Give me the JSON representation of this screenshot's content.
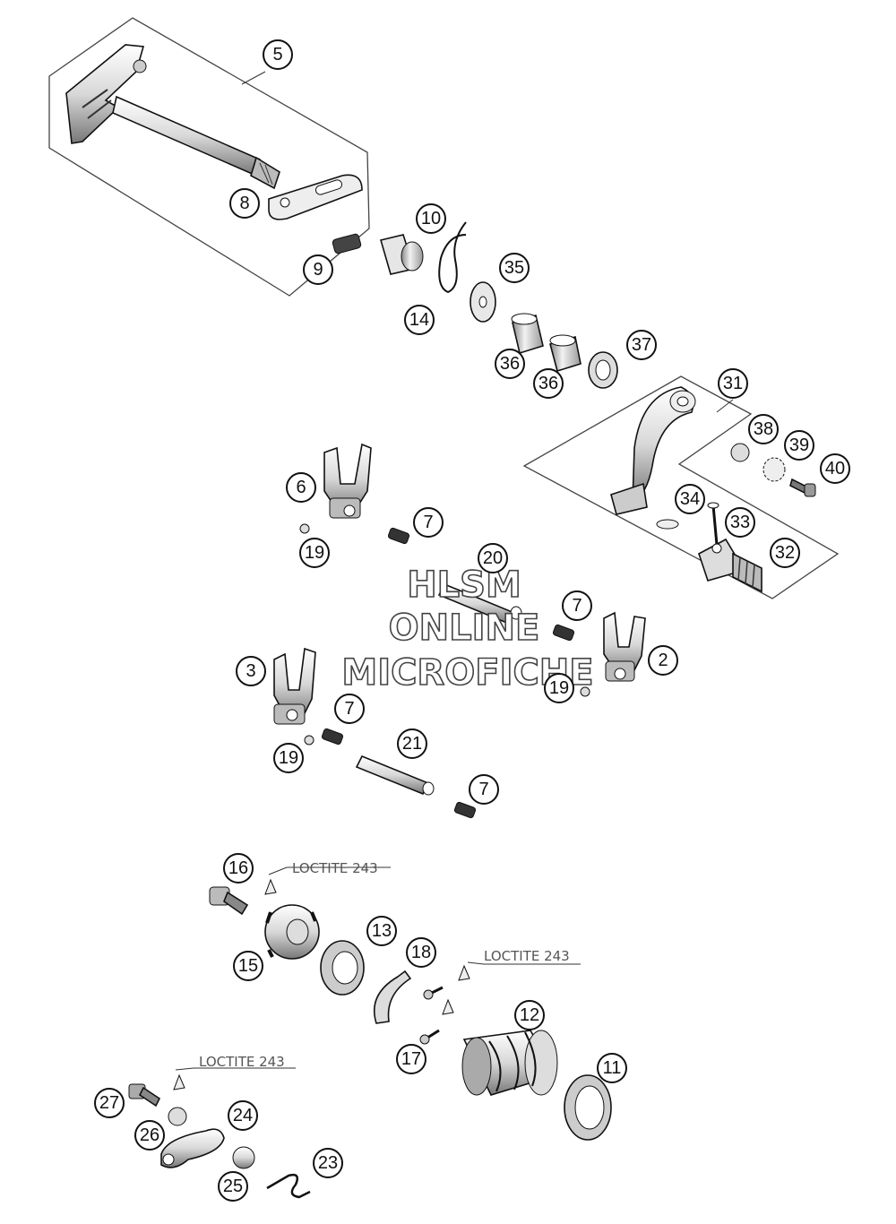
{
  "callouts": [
    "5",
    "8",
    "9",
    "10",
    "14",
    "35",
    "36",
    "36",
    "37",
    "31",
    "38",
    "39",
    "40",
    "34",
    "33",
    "32",
    "6",
    "7",
    "19",
    "20",
    "7",
    "2",
    "19",
    "3",
    "7",
    "19",
    "21",
    "7",
    "16",
    "15",
    "13",
    "18",
    "17",
    "12",
    "11",
    "27",
    "26",
    "24",
    "25",
    "23"
  ],
  "loctite": [
    "LOCTITE 243",
    "LOCTITE 243",
    "LOCTITE 243"
  ],
  "watermark": [
    "HLSM",
    "ONLINE",
    "MICROFICHE"
  ]
}
